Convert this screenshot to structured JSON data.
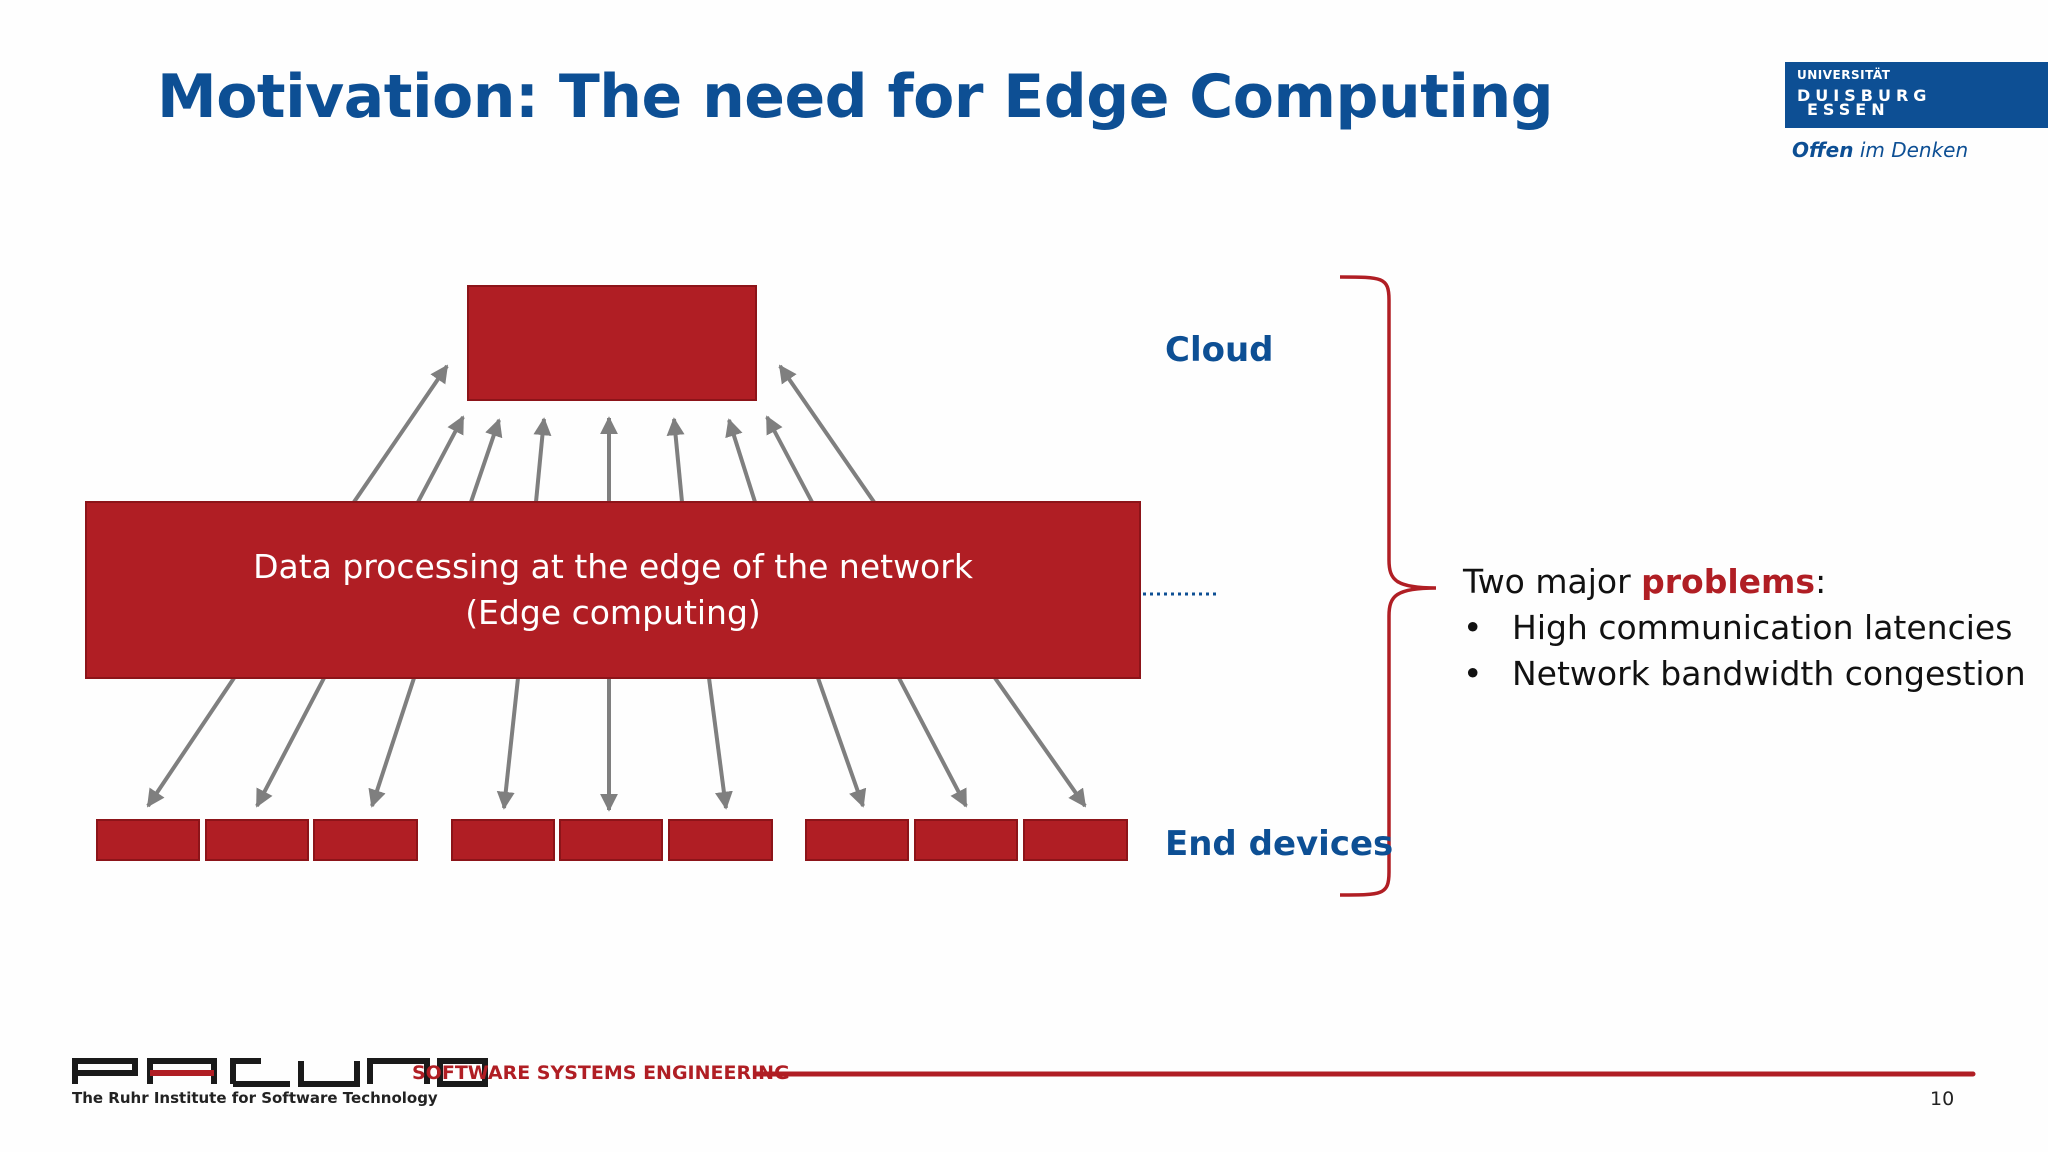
{
  "slide": {
    "title": "Motivation: The need for Edge Computing",
    "page_number": "10"
  },
  "logo": {
    "university_small": "UNIVERSITÄT",
    "university_line1": "DUISBURG",
    "university_line2": "ESSEN",
    "motto_bold": "Offen",
    "motto_rest": " im Denken"
  },
  "diagram": {
    "edge_line1": "Data processing at the edge of the network",
    "edge_line2": "(Edge computing)",
    "cloud_label": "Cloud",
    "end_devices_label": "End devices",
    "colors": {
      "box_red": "#b01e24",
      "label_blue": "#0d4f94",
      "arrow_gray": "#7f7f7f"
    }
  },
  "problems": {
    "prefix": "Two major ",
    "highlight": "problems",
    "suffix": ":",
    "bullet": "•",
    "items": [
      "High communication latencies",
      "Network bandwidth congestion"
    ]
  },
  "footer": {
    "brand_subtitle": "The Ruhr Institute for Software Technology",
    "department": "SOFTWARE SYSTEMS ENGINEERING"
  }
}
